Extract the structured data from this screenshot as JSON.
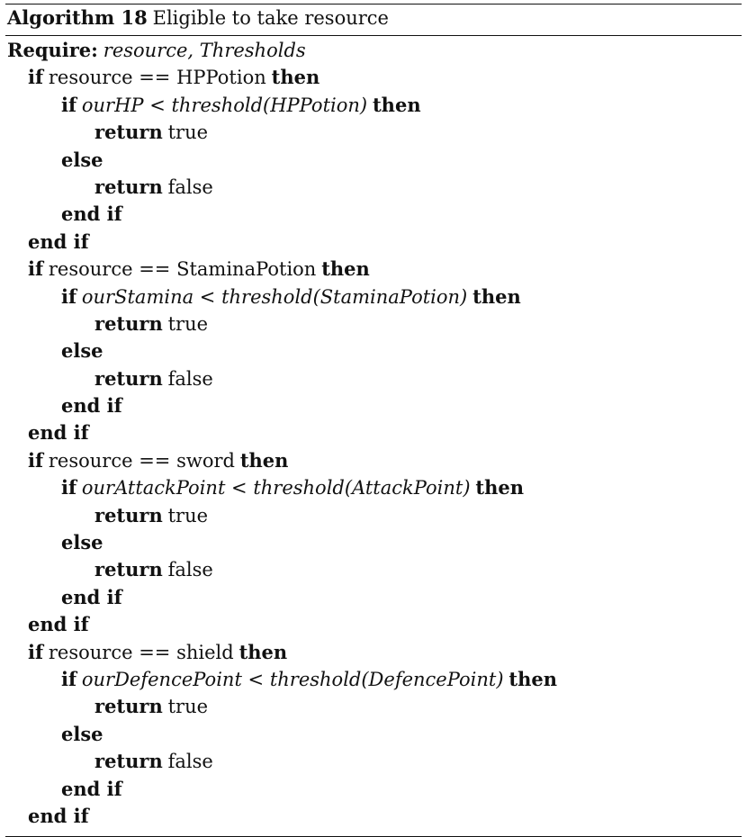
{
  "caption": {
    "label": "Algorithm 18",
    "title": "Eligible to take resource"
  },
  "keywords": {
    "require": "Require:",
    "if": "if",
    "then": "then",
    "else": "else",
    "end_if": "end if",
    "return": "return",
    "true": "true",
    "false": "false"
  },
  "require_args": "resource, Thresholds",
  "blocks": [
    {
      "condition": "resource == HPPotion",
      "inner_condition": "ourHP < threshold(HPPotion)"
    },
    {
      "condition": "resource == StaminaPotion",
      "inner_condition": "ourStamina < threshold(StaminaPotion)"
    },
    {
      "condition": "resource == sword",
      "inner_condition": "ourAttackPoint < threshold(AttackPoint)"
    },
    {
      "condition": "resource == shield",
      "inner_condition": "ourDefencePoint < threshold(DefencePoint)"
    }
  ]
}
